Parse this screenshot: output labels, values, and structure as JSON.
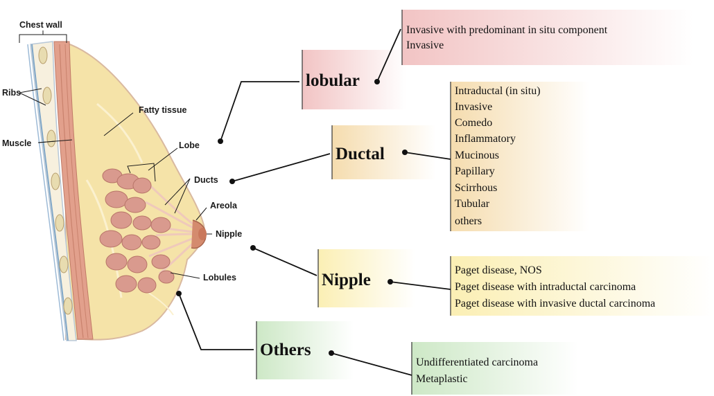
{
  "anatomy": {
    "chest_wall": "Chest wall",
    "ribs": "Ribs",
    "muscle": "Muscle",
    "fatty_tissue": "Fatty tissue",
    "lobe": "Lobe",
    "ducts": "Ducts",
    "areola": "Areola",
    "nipple": "Nipple",
    "lobules": "Lobules"
  },
  "categories": {
    "lobular": {
      "title": "lobular",
      "color": "#f2c4c4",
      "items": [
        "Invasive with predominant in situ component",
        "Invasive"
      ]
    },
    "ductal": {
      "title": "Ductal",
      "color": "#f5dcae",
      "items": [
        "Intraductal  (in situ)",
        "Invasive",
        "Comedo",
        "Inflammatory",
        "Mucinous",
        "Papillary",
        "Scirrhous",
        "Tubular",
        "others"
      ]
    },
    "nipple": {
      "title": "Nipple",
      "color": "#fbefb4",
      "items": [
        "Paget disease, NOS",
        "Paget disease with intraductal carcinoma",
        "Paget disease with invasive ductal carcinoma"
      ]
    },
    "others": {
      "title": "Others",
      "color": "#cde8c6",
      "items": [
        "Undifferentiated  carcinoma",
        "Metaplastic"
      ]
    }
  }
}
